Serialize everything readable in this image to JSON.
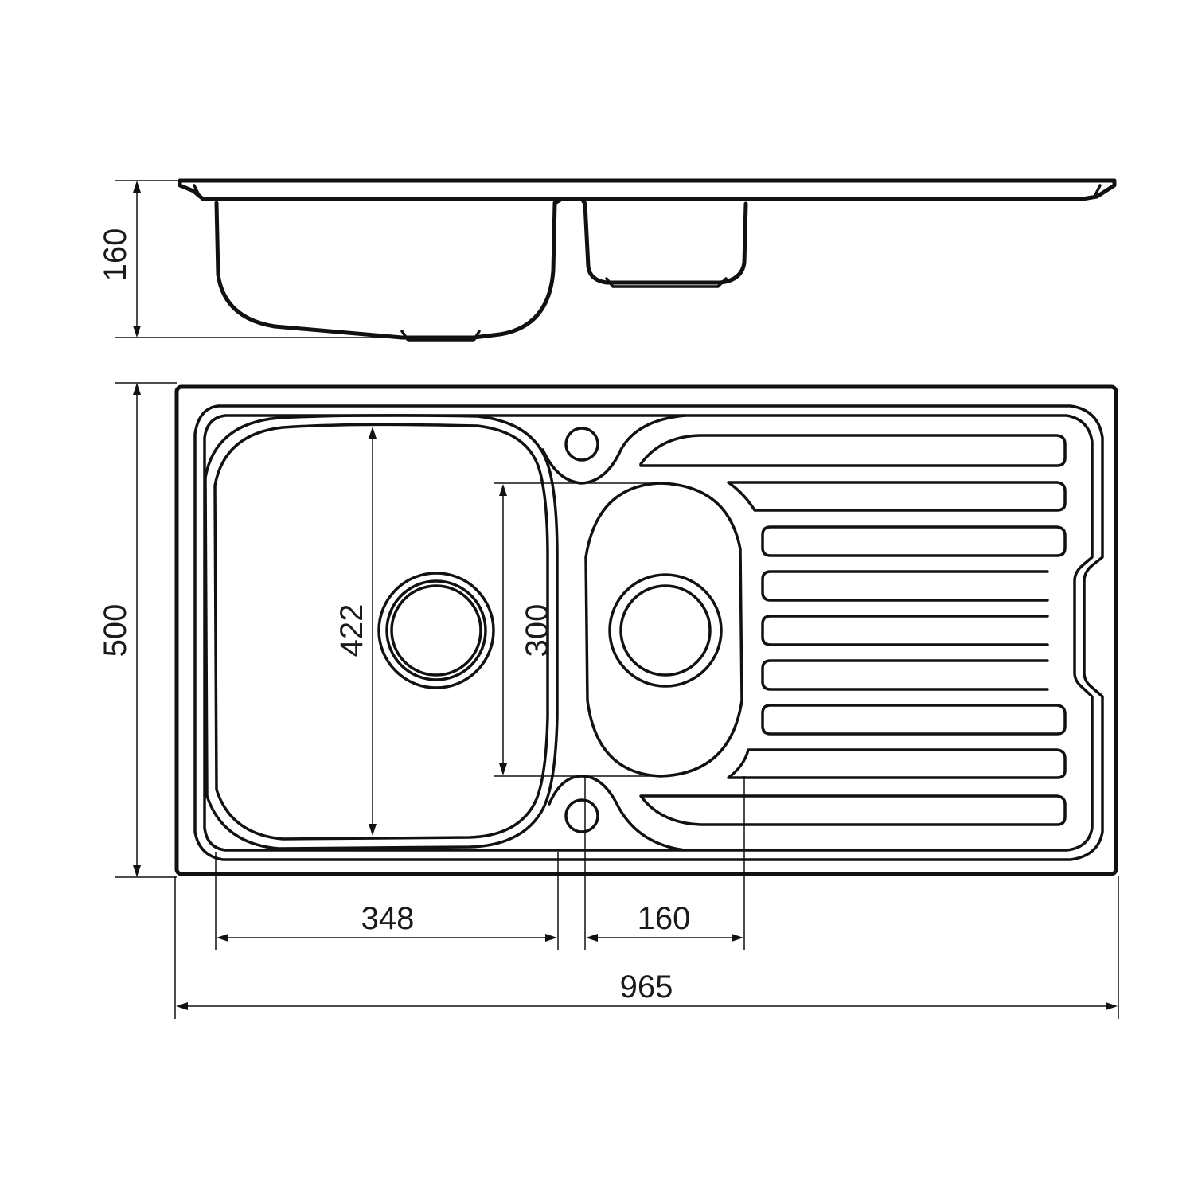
{
  "dimensions": {
    "height_side": "160",
    "depth_overall": "500",
    "main_bowl_length": "422",
    "second_bowl_length": "300",
    "main_bowl_width": "348",
    "second_bowl_width": "160",
    "overall_width": "965"
  },
  "colors": {
    "line": "#111111",
    "background": "#ffffff"
  }
}
